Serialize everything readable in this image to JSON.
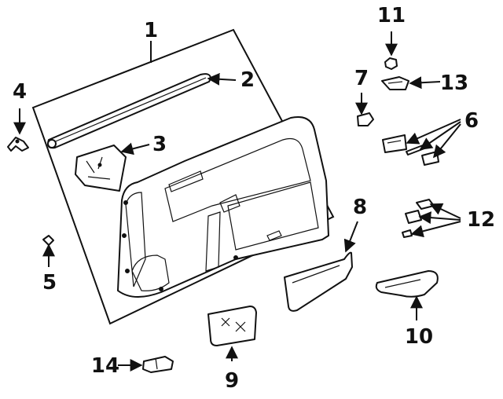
{
  "callouts": {
    "c1": "1",
    "c2": "2",
    "c3": "3",
    "c4": "4",
    "c5": "5",
    "c6": "6",
    "c7": "7",
    "c8": "8",
    "c9": "9",
    "c10": "10",
    "c11": "11",
    "c12": "12",
    "c13": "13",
    "c14": "14"
  },
  "colors": {
    "ink": "#111111",
    "background": "#ffffff"
  }
}
